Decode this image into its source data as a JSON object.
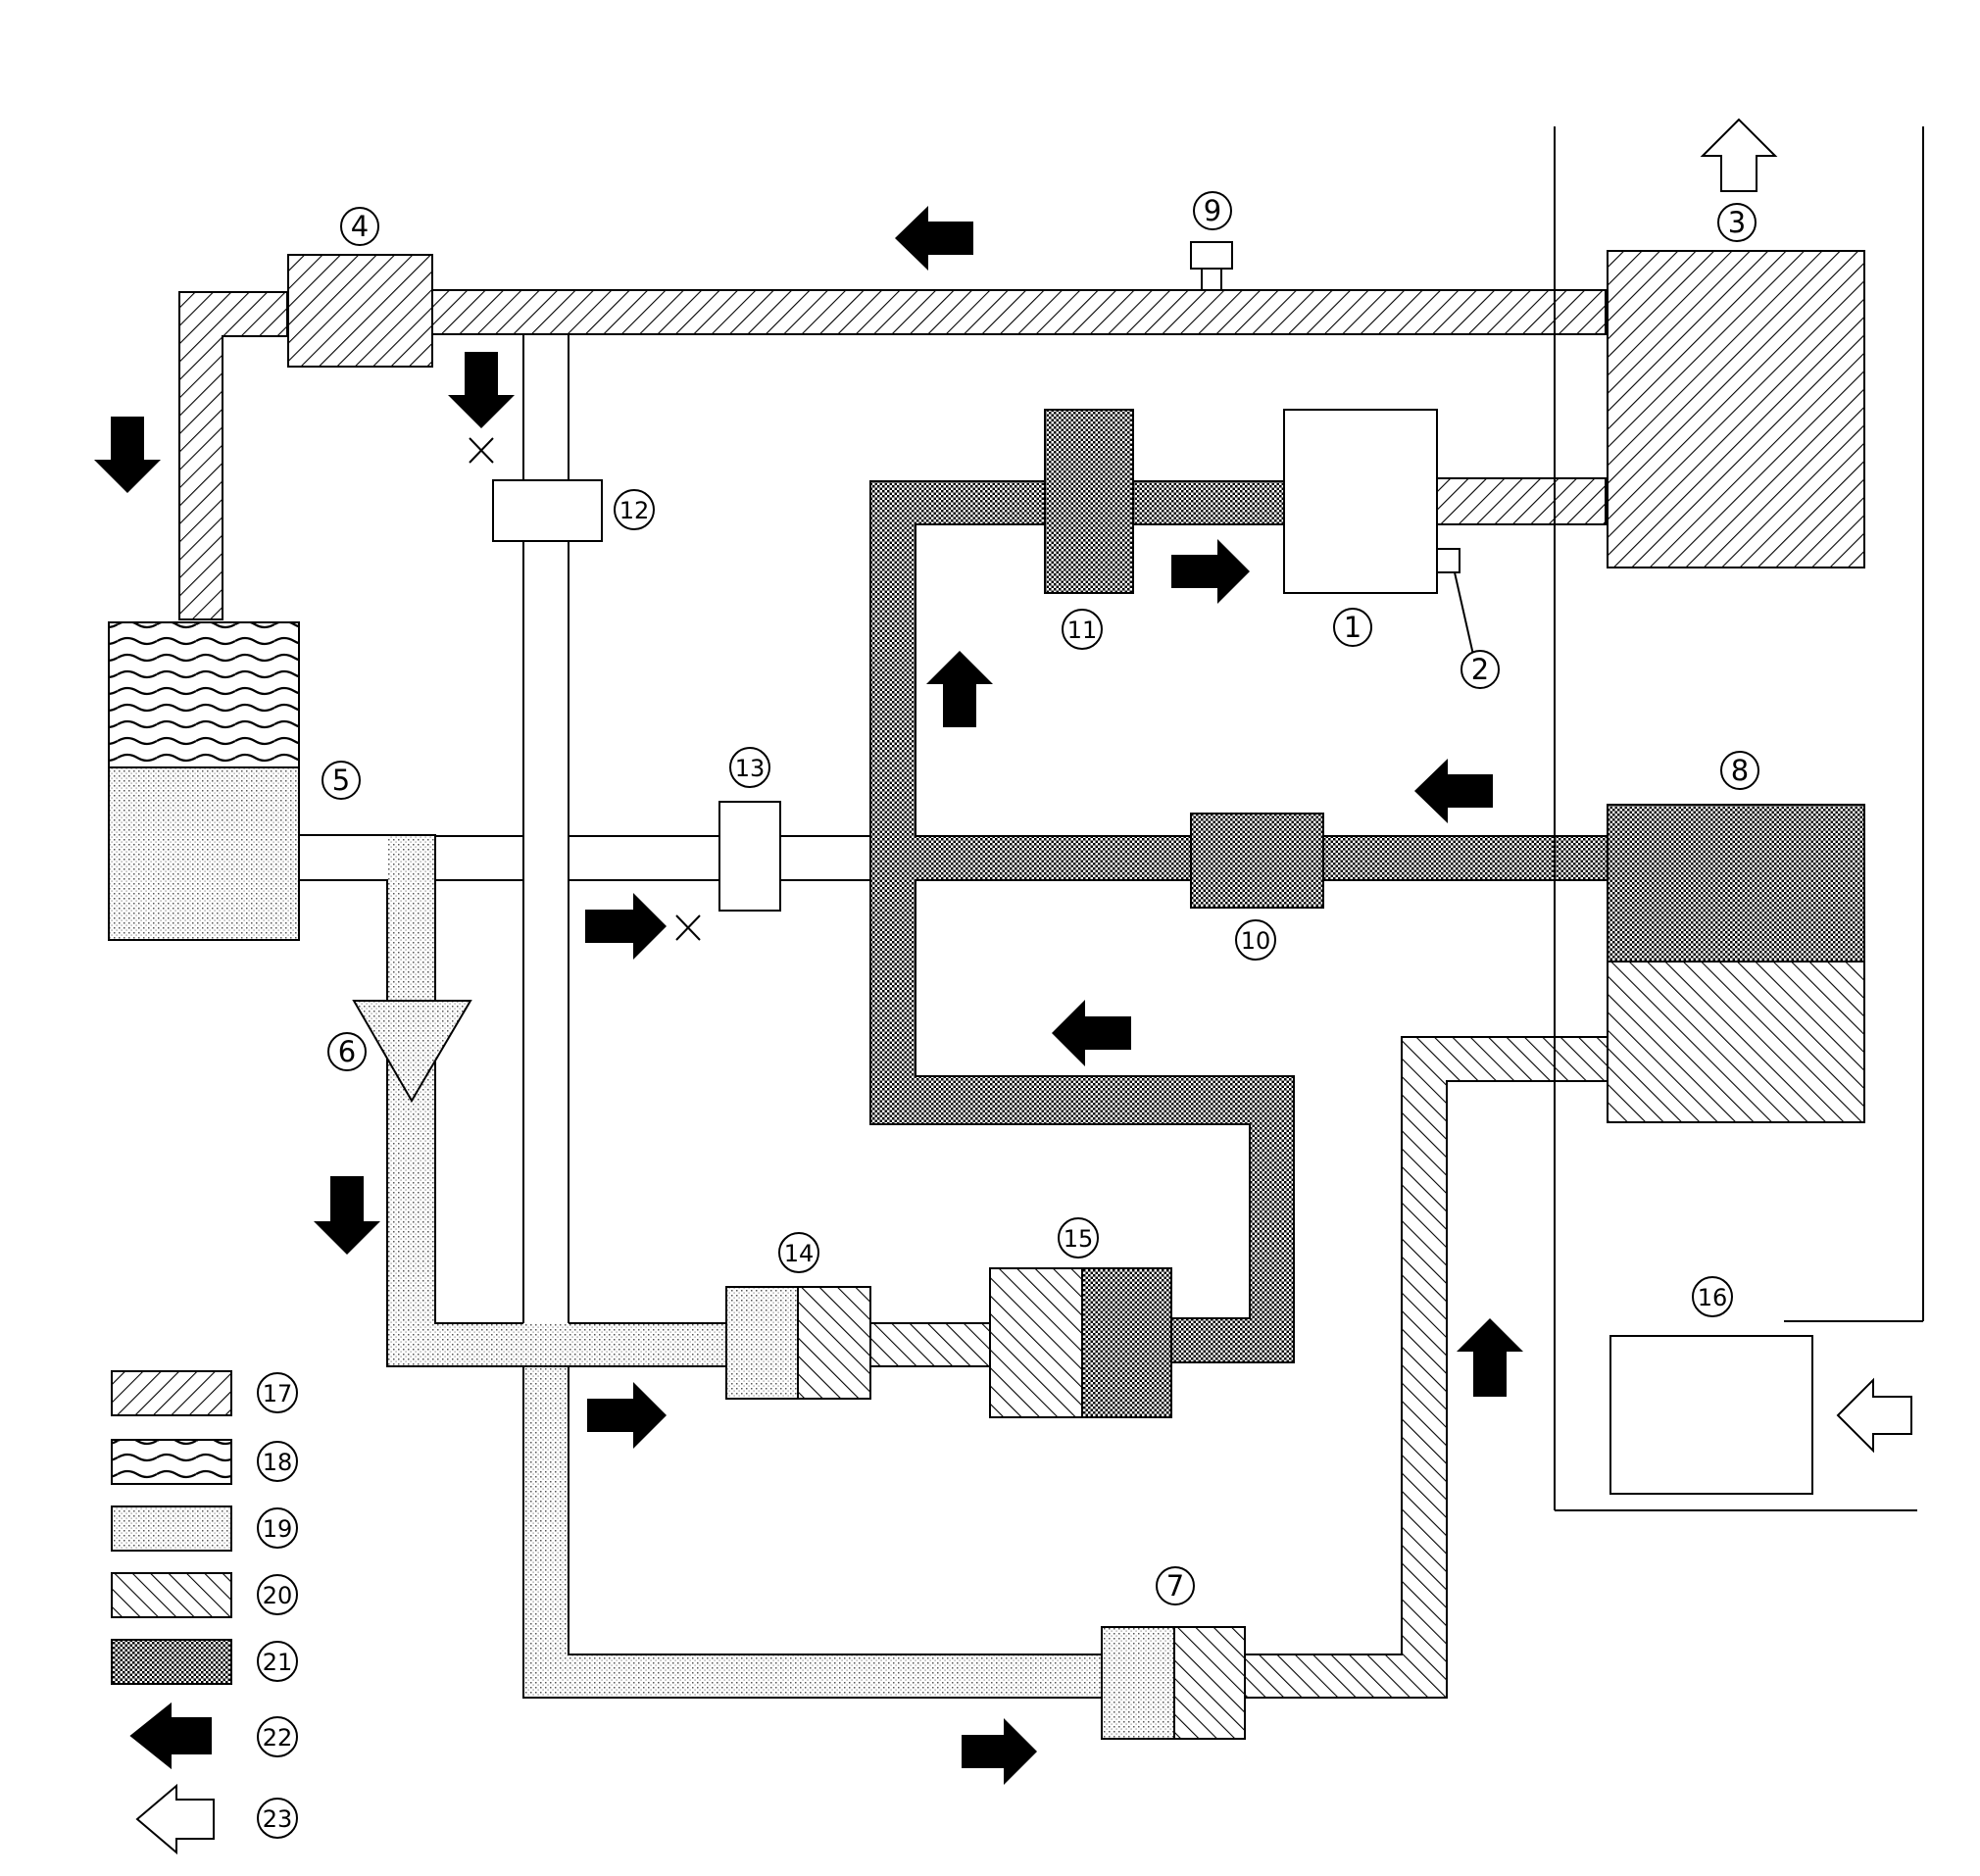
{
  "labels": {
    "n1": "1",
    "n2": "2",
    "n3": "3",
    "n4": "4",
    "n5": "5",
    "n6": "6",
    "n7": "7",
    "n8": "8",
    "n9": "9",
    "n10": "10",
    "n11": "11",
    "n12": "12",
    "n13": "13",
    "n14": "14",
    "n15": "15",
    "n16": "16",
    "n17": "17",
    "n18": "18",
    "n19": "19",
    "n20": "20",
    "n21": "21",
    "n22": "22",
    "n23": "23"
  },
  "legend": [
    {
      "pattern": "hatch-fwd",
      "label_key": "n17"
    },
    {
      "pattern": "wave",
      "label_key": "n18"
    },
    {
      "pattern": "dots-light",
      "label_key": "n19"
    },
    {
      "pattern": "hatch-back",
      "label_key": "n20"
    },
    {
      "pattern": "dots-dark",
      "label_key": "n21"
    },
    {
      "pattern": "solid-arrow",
      "label_key": "n22"
    },
    {
      "pattern": "hollow-arrow",
      "label_key": "n23"
    }
  ],
  "colors": {
    "ink": "#000000",
    "paper": "#ffffff"
  }
}
